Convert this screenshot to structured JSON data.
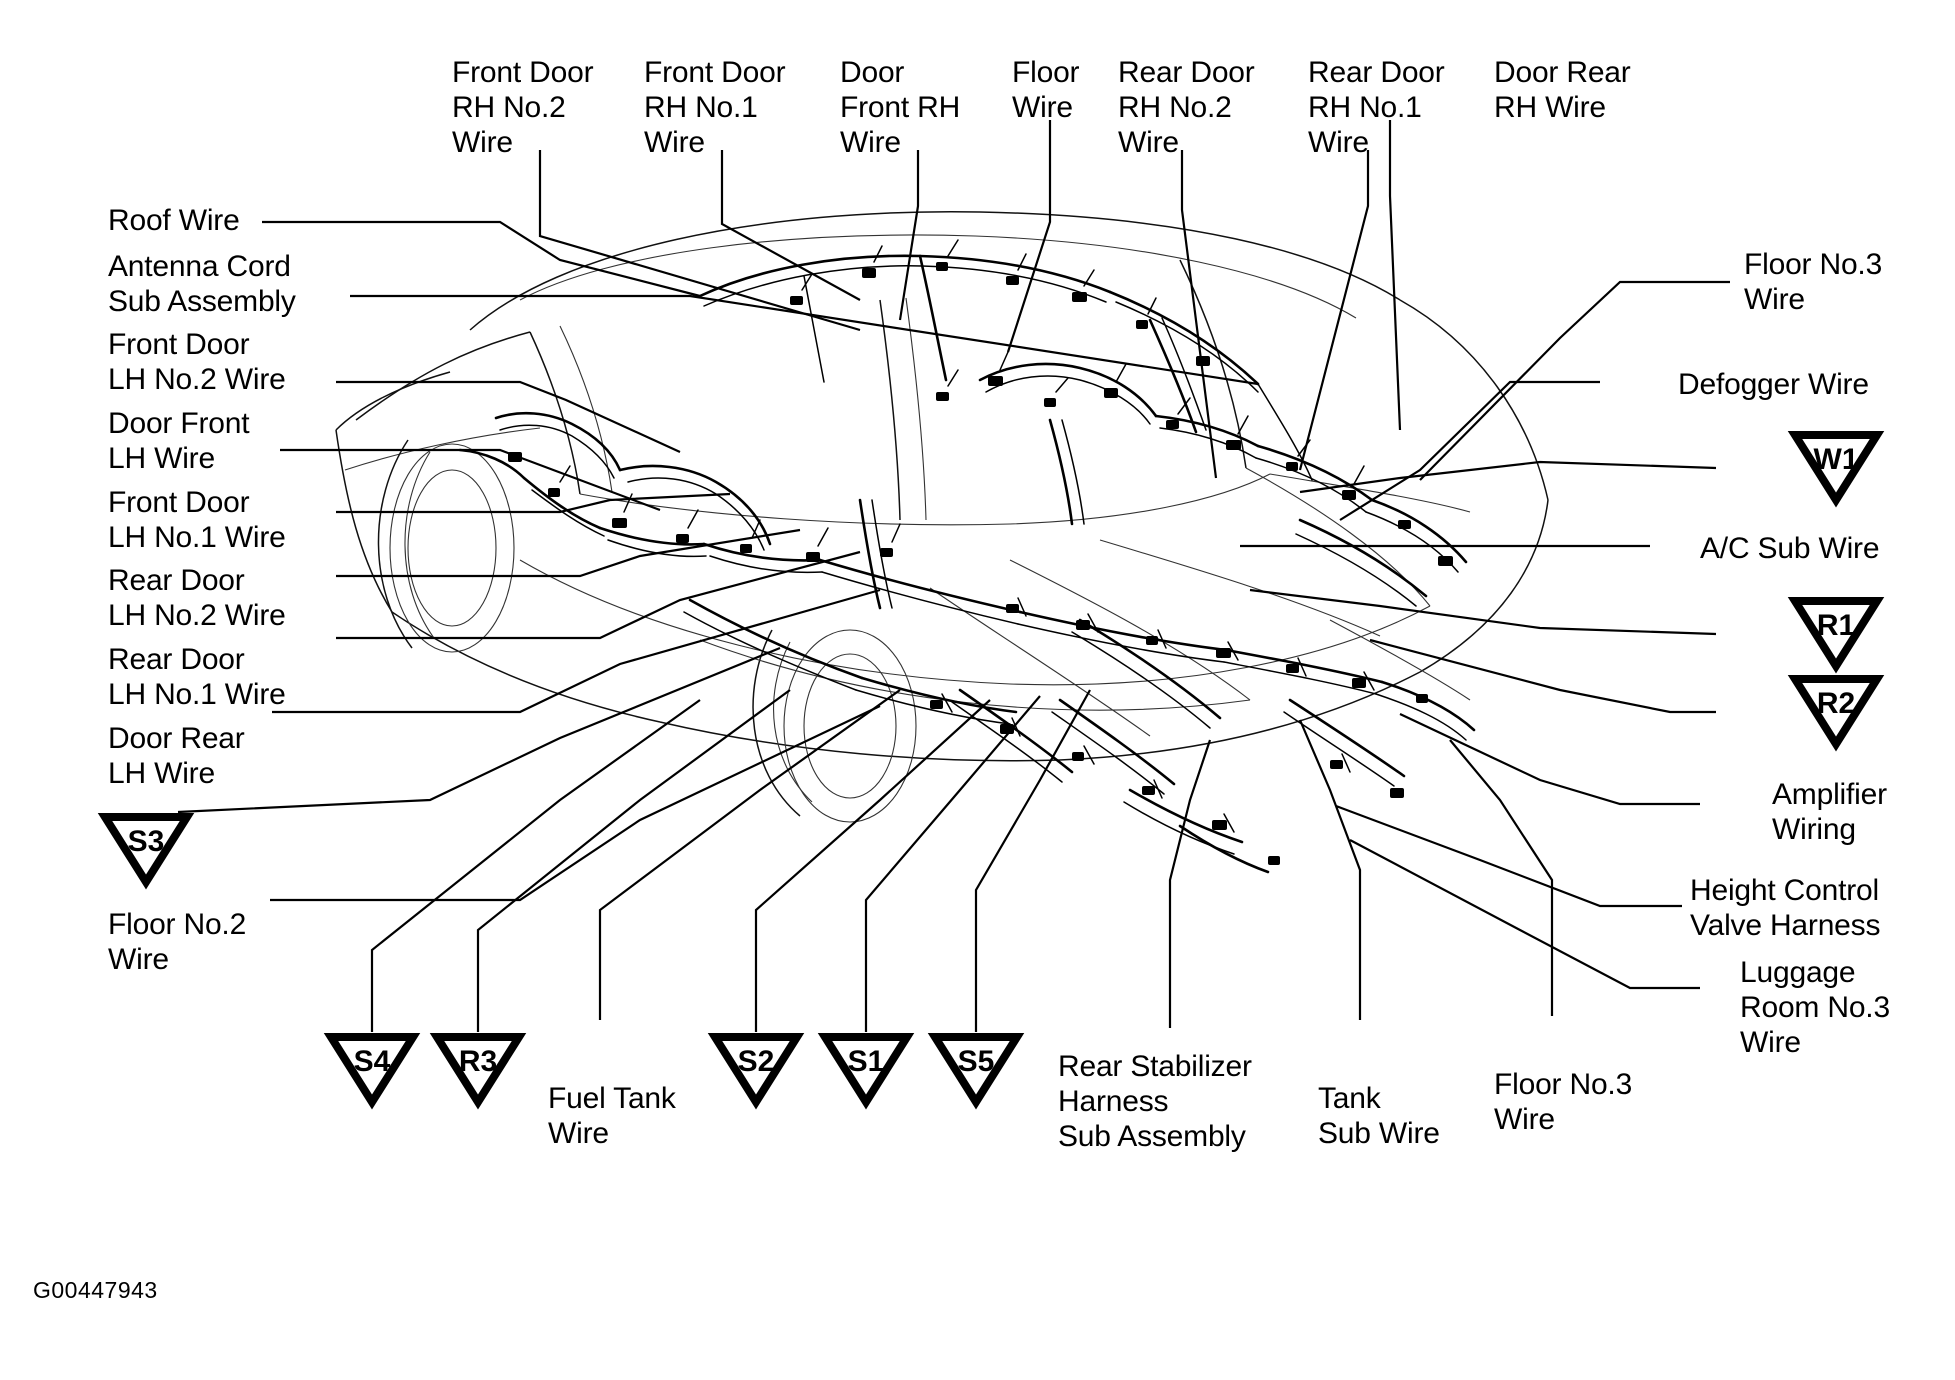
{
  "figure": {
    "id_code": "G00447943",
    "title": "Wiring Harness Routing Diagram"
  },
  "top_labels": [
    {
      "key": "front-door-rh-no2-wire",
      "text": "Front  Door\nRH No.2\nWire"
    },
    {
      "key": "front-door-rh-no1-wire",
      "text": "Front Door\nRH No.1\nWire"
    },
    {
      "key": "door-front-rh-wire",
      "text": "Door\nFront RH\nWire"
    },
    {
      "key": "floor-wire",
      "text": "Floor\nWire"
    },
    {
      "key": "rear-door-rh-no2-wire",
      "text": "Rear Door\nRH No.2\nWire"
    },
    {
      "key": "rear-door-rh-no1-wire",
      "text": "Rear Door\nRH No.1\nWire"
    },
    {
      "key": "door-rear-rh-wire",
      "text": "Door Rear\nRH Wire"
    }
  ],
  "left_labels": [
    {
      "key": "roof-wire",
      "text": "Roof Wire"
    },
    {
      "key": "antenna-cord-sub-assembly",
      "text": "Antenna Cord\nSub Assembly"
    },
    {
      "key": "front-door-lh-no2-wire",
      "text": "Front Door\nLH No.2 Wire"
    },
    {
      "key": "door-front-lh-wire",
      "text": "Door Front\nLH Wire"
    },
    {
      "key": "front-door-lh-no1-wire",
      "text": "Front Door\nLH No.1 Wire"
    },
    {
      "key": "rear-door-lh-no2-wire",
      "text": "Rear Door\nLH No.2 Wire"
    },
    {
      "key": "rear-door-lh-no1-wire",
      "text": "Rear Door\nLH No.1 Wire"
    },
    {
      "key": "door-rear-lh-wire",
      "text": "Door Rear\nLH Wire"
    },
    {
      "key": "floor-no2-wire",
      "text": "Floor No.2\nWire"
    }
  ],
  "right_labels": [
    {
      "key": "floor-no3-wire-right",
      "text": "Floor No.3\nWire"
    },
    {
      "key": "defogger-wire",
      "text": "Defogger Wire"
    },
    {
      "key": "ac-sub-wire",
      "text": "A/C Sub Wire"
    },
    {
      "key": "amplifier-wiring",
      "text": "Amplifier\nWiring"
    },
    {
      "key": "height-control-valve-harness",
      "text": "Height Control\nValve Harness"
    },
    {
      "key": "luggage-room-no3-wire",
      "text": "Luggage\nRoom No.3\nWire"
    }
  ],
  "bottom_labels": [
    {
      "key": "fuel-tank-wire",
      "text": "Fuel Tank\nWire"
    },
    {
      "key": "rear-stabilizer-harness-sub-assembly",
      "text": "Rear Stabilizer\nHarness\nSub Assembly"
    },
    {
      "key": "tank-sub-wire",
      "text": "Tank\nSub Wire"
    },
    {
      "key": "floor-no3-wire-bottom",
      "text": "Floor No.3\nWire"
    }
  ],
  "connector_markers": [
    {
      "key": "marker-s3",
      "code": "S3"
    },
    {
      "key": "marker-s4",
      "code": "S4"
    },
    {
      "key": "marker-r3",
      "code": "R3"
    },
    {
      "key": "marker-s2",
      "code": "S2"
    },
    {
      "key": "marker-s1",
      "code": "S1"
    },
    {
      "key": "marker-s5",
      "code": "S5"
    },
    {
      "key": "marker-w1",
      "code": "W1"
    },
    {
      "key": "marker-r1",
      "code": "R1"
    },
    {
      "key": "marker-r2",
      "code": "R2"
    }
  ],
  "colors": {
    "line": "#000000",
    "background": "#ffffff",
    "ghost": "#333333"
  }
}
